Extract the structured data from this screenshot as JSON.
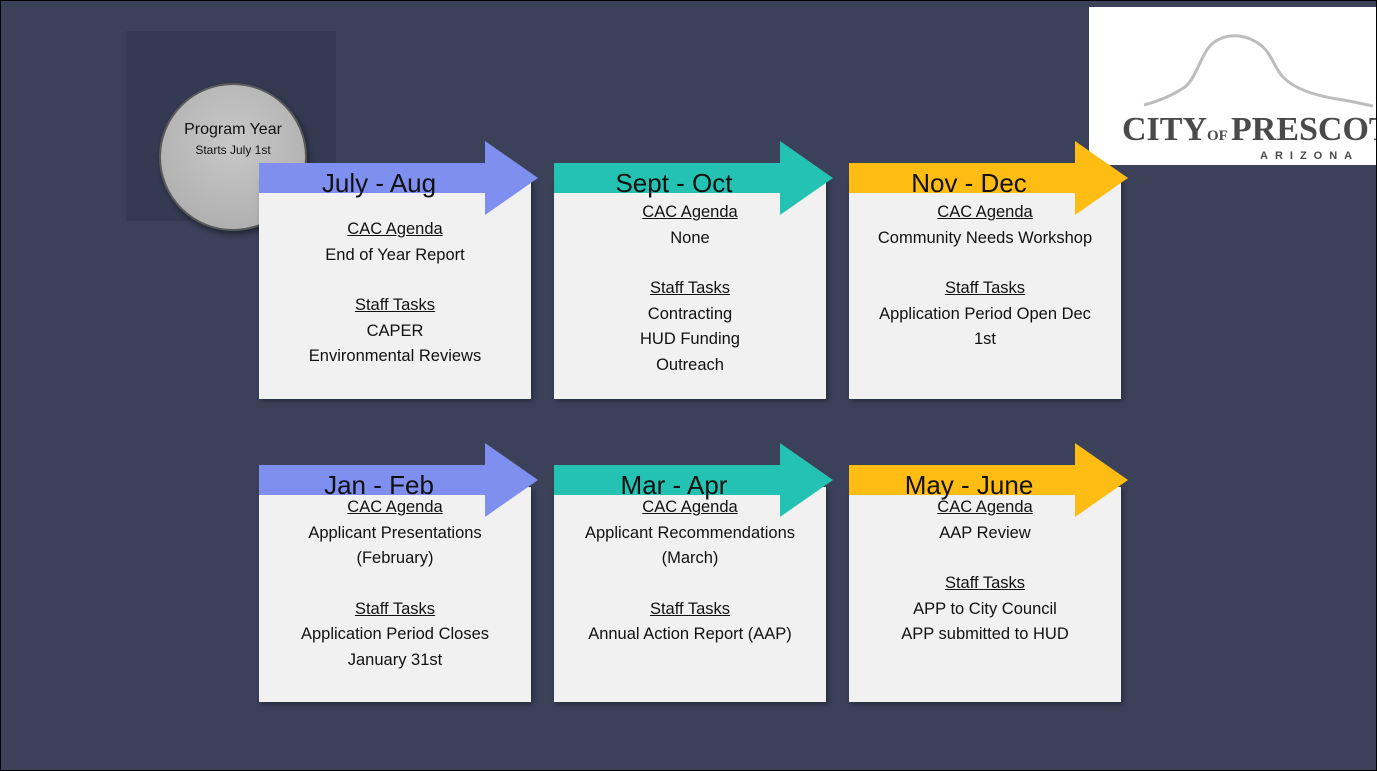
{
  "circle": {
    "line1": "Program Year",
    "line2": "Starts July 1st"
  },
  "logo": {
    "text": "CITY OF PRESCOTT ARIZONA"
  },
  "colors": {
    "purple": "#7f8ff0",
    "teal": "#24c2b2",
    "gold": "#ffbd14",
    "background": "#3a4159"
  },
  "periods": [
    {
      "label": "July - Aug",
      "cac_heading": "CAC Agenda",
      "cac_items": [
        "End of Year Report"
      ],
      "staff_heading": "Staff Tasks",
      "staff_items": [
        "CAPER",
        "Environmental Reviews"
      ]
    },
    {
      "label": "Sept - Oct",
      "cac_heading": "CAC Agenda",
      "cac_items": [
        "None"
      ],
      "staff_heading": "Staff Tasks",
      "staff_items": [
        "Contracting",
        "HUD Funding",
        "Outreach"
      ]
    },
    {
      "label": "Nov - Dec",
      "cac_heading": "CAC Agenda",
      "cac_items": [
        "Community Needs Workshop"
      ],
      "staff_heading": "Staff Tasks",
      "staff_items": [
        "Application Period Open Dec",
        "1st"
      ]
    },
    {
      "label": "Jan - Feb",
      "cac_heading": "CAC Agenda",
      "cac_items": [
        "Applicant Presentations",
        "(February)"
      ],
      "staff_heading": "Staff Tasks",
      "staff_items": [
        "Application  Period Closes",
        "January 31st"
      ]
    },
    {
      "label": "Mar - Apr",
      "cac_heading": "CAC Agenda",
      "cac_items": [
        "Applicant Recommendations",
        "(March)"
      ],
      "staff_heading": "Staff Tasks",
      "staff_items": [
        "Annual Action Report (AAP)"
      ]
    },
    {
      "label": "May - June",
      "cac_heading": "CAC Agenda",
      "cac_items": [
        "AAP Review"
      ],
      "staff_heading": "Staff Tasks",
      "staff_items": [
        "APP to City Council",
        "APP submitted to HUD"
      ]
    }
  ]
}
